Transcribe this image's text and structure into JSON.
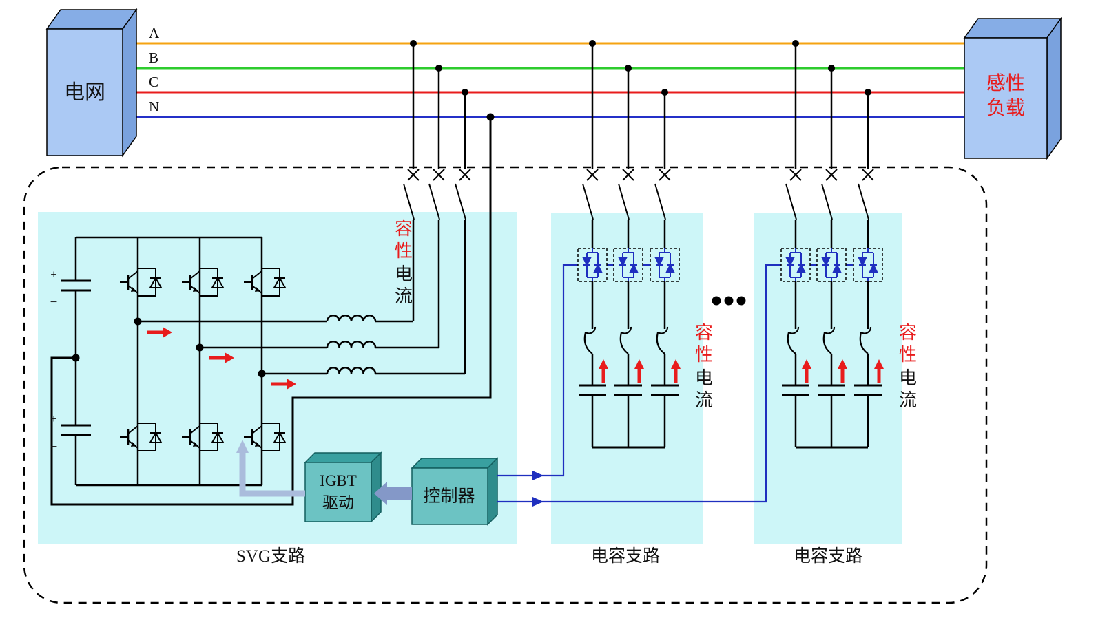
{
  "grid": {
    "label": "电网"
  },
  "load": {
    "line1": "感性",
    "line2": "负载"
  },
  "buses": [
    {
      "label": "A",
      "color": "#f5a312"
    },
    {
      "label": "B",
      "color": "#2ecc2e"
    },
    {
      "label": "C",
      "color": "#e81c1c"
    },
    {
      "label": "N",
      "color": "#2430c8"
    }
  ],
  "svg_branch": {
    "label": "SVG支路",
    "driver_line1": "IGBT",
    "driver_line2": "驱动",
    "controller": "控制器",
    "plus": "+",
    "minus": "−"
  },
  "cap_branches": [
    {
      "label": "电容支路"
    },
    {
      "label": "电容支路"
    }
  ],
  "capacitive_current": {
    "chars": [
      "容",
      "性",
      "电",
      "流"
    ]
  },
  "colors": {
    "panel_cyan": "#cdf6f8",
    "node_box_fill": "#abc9f4",
    "node_box_top": "#86ade6",
    "teal_box_fill": "#6cc3c3",
    "control_blue": "#1f2fbf",
    "thyristor_blue": "#1f2fbf",
    "arrow_red": "#e81c1c",
    "steel_arrow": "#8498c8",
    "gate_arrow": "#aabcdc",
    "load_text_red": "#e81c1c"
  }
}
